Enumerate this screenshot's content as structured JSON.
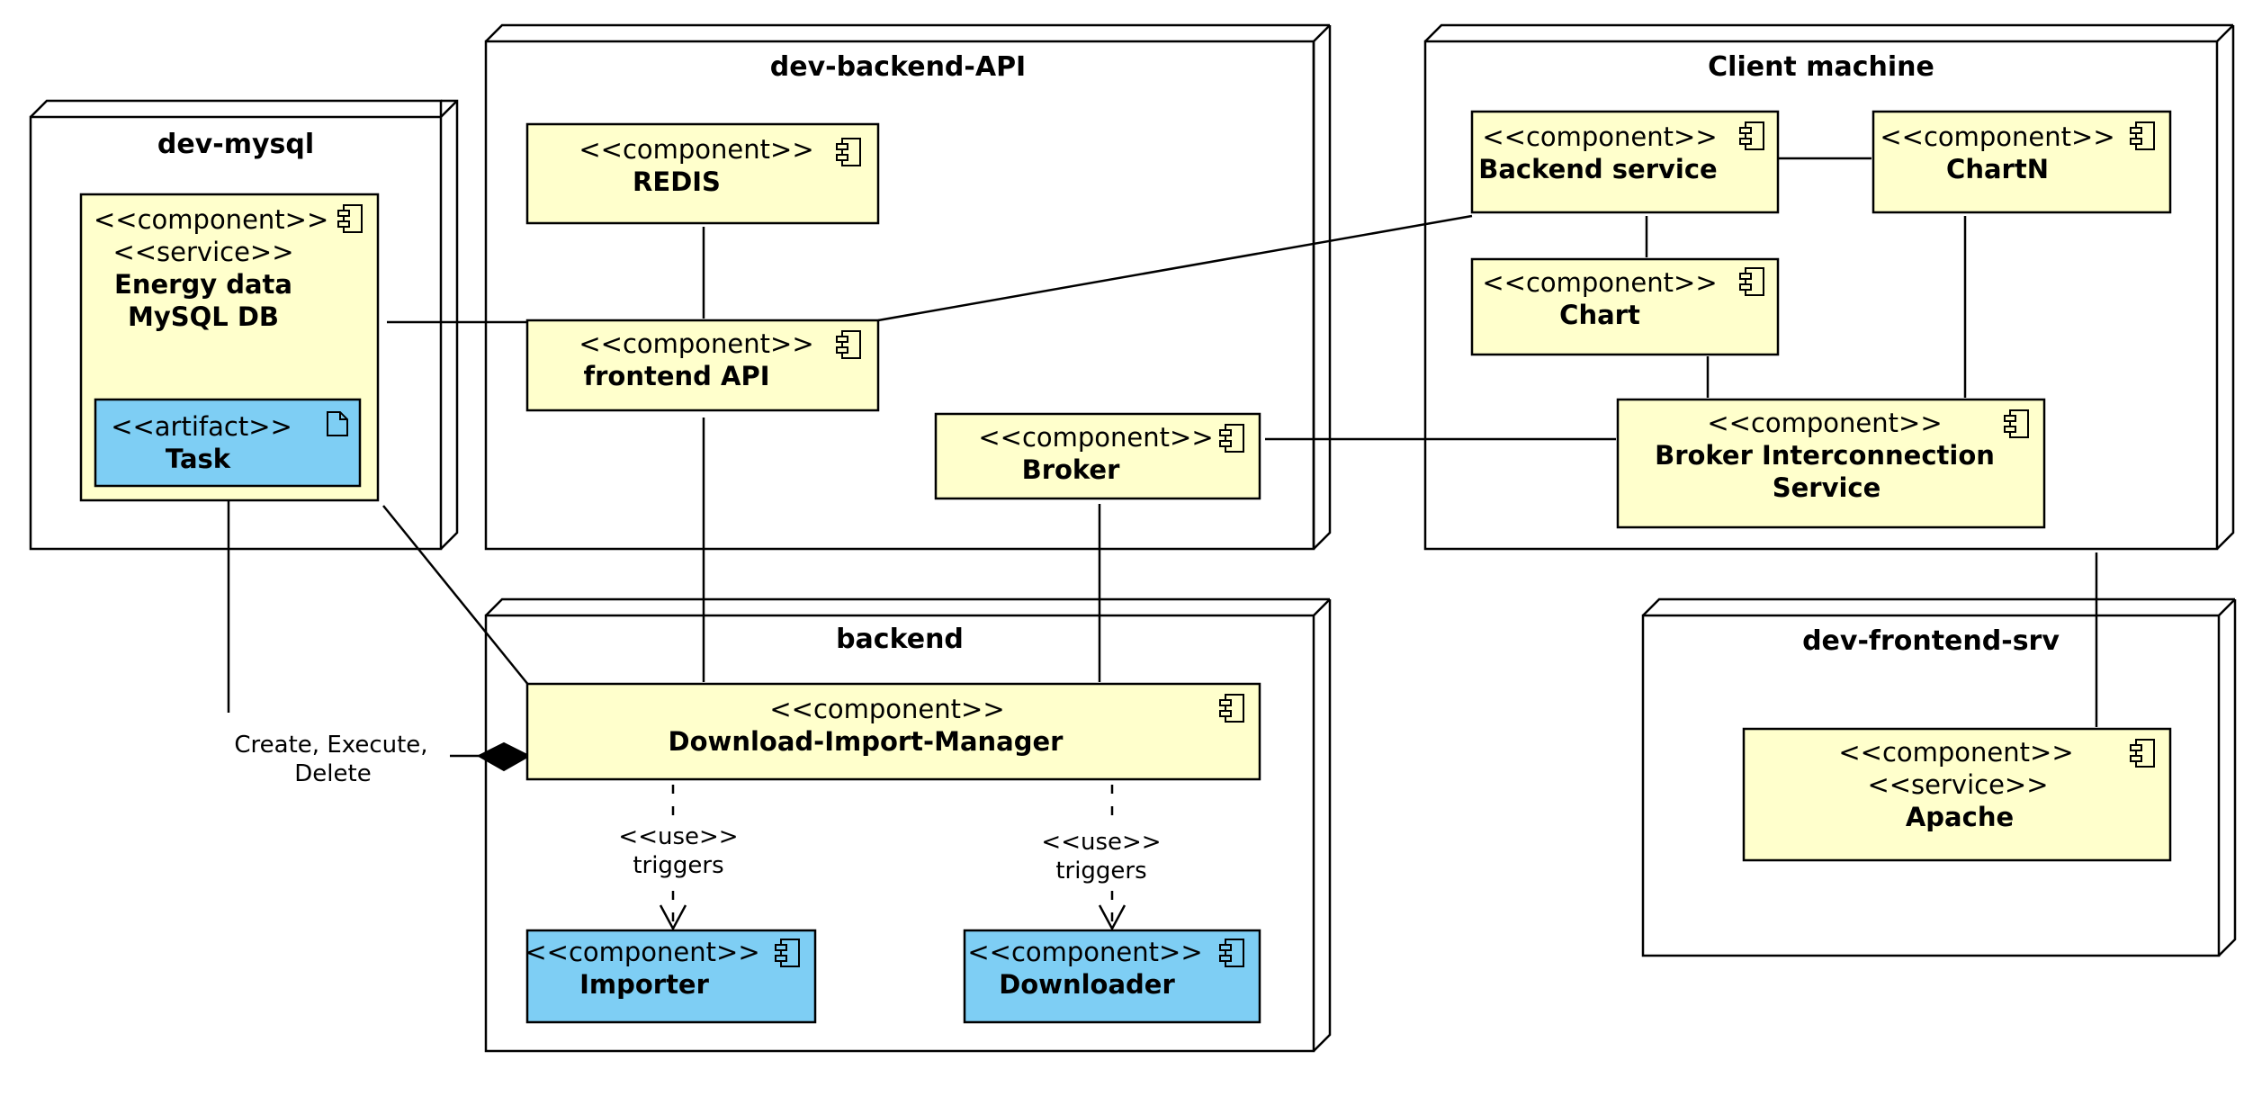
{
  "nodes": {
    "dev_mysql": "dev-mysql",
    "dev_backend_api": "dev-backend-API",
    "client_machine": "Client machine",
    "backend": "backend",
    "dev_frontend_srv": "dev-frontend-srv"
  },
  "components": {
    "energy_db": {
      "stereotype": "<<component>>",
      "stereotype2": "<<service>>",
      "name_line1": "Energy data",
      "name_line2": "MySQL DB"
    },
    "task": {
      "stereotype": "<<artifact>>",
      "name": "Task"
    },
    "redis": {
      "stereotype": "<<component>>",
      "name": "REDIS"
    },
    "frontend_api": {
      "stereotype": "<<component>>",
      "name": "frontend API"
    },
    "broker": {
      "stereotype": "<<component>>",
      "name": "Broker"
    },
    "backend_service": {
      "stereotype": "<<component>>",
      "name": "Backend service"
    },
    "chartn": {
      "stereotype": "<<component>>",
      "name": "ChartN"
    },
    "chart": {
      "stereotype": "<<component>>",
      "name": "Chart"
    },
    "broker_interconnection": {
      "stereotype": "<<component>>",
      "name_line1": "Broker Interconnection",
      "name_line2": "Service"
    },
    "dim": {
      "stereotype": "<<component>>",
      "name": "Download-Import-Manager"
    },
    "importer": {
      "stereotype": "<<component>>",
      "name": "Importer"
    },
    "downloader": {
      "stereotype": "<<component>>",
      "name": "Downloader"
    },
    "apache": {
      "stereotype": "<<component>>",
      "stereotype2": "<<service>>",
      "name": "Apache"
    }
  },
  "edge_labels": {
    "create_line1": "Create, Execute,",
    "create_line2": "Delete",
    "use_importer_stereo": "<<use>>",
    "use_importer_text": "triggers",
    "use_downloader_stereo": "<<use>>",
    "use_downloader_text": "triggers"
  },
  "colors": {
    "component_fill": "#ffffcc",
    "highlight_fill": "#7ecef4",
    "line": "#000000"
  }
}
